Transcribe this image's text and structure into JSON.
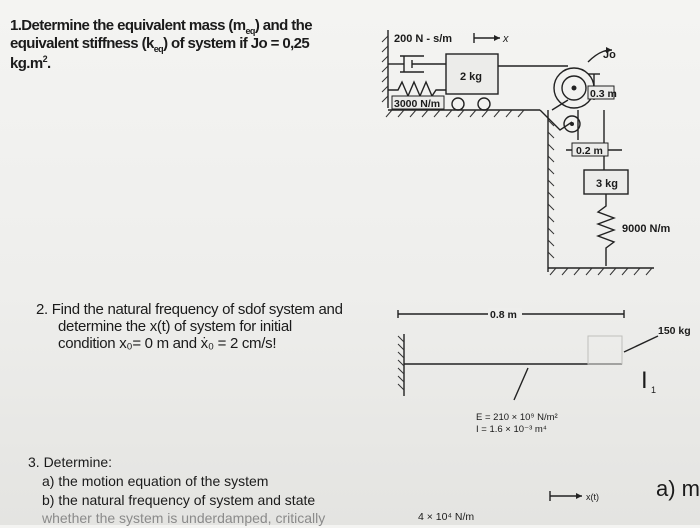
{
  "q1": {
    "line1": "1.Determine the equivalent mass (m",
    "sub_meq": "eq",
    "line1b": ") and the",
    "line2a": "equivalent stiffness (k",
    "sub_keq": "eq",
    "line2b": ") of system if Jo = 0,25",
    "line3": "kg.m",
    "sup": "2",
    "line3b": "."
  },
  "fig1": {
    "damper": "200 N - s/m",
    "x_label": "x",
    "mass1": "2 kg",
    "spring1": "3000 N/m",
    "jo": "Jo",
    "r1": "0.3 m",
    "r2": "0.2 m",
    "mass2": "3 kg",
    "spring2": "9000 N/m"
  },
  "q2": {
    "l1": "2. Find the natural frequency of sdof system and",
    "l2": "determine the x(t) of system for initial",
    "l3": "condition x₀= 0 m and ẋ₀ = 2 cm/s!"
  },
  "fig2": {
    "length": "0.8 m",
    "mass": "150 kg",
    "e": "E = 210 × 10⁹ N/m²",
    "i": "I = 1.6 × 10⁻³ m⁴",
    "tag": "I",
    "tag_sub": "1"
  },
  "q3": {
    "title": "3. Determine:",
    "a": "a) the motion equation of the system",
    "b": "b) the natural frequency of system and state",
    "c": "whether the system is underdamped, critically"
  },
  "fig3": {
    "spring": "4 × 10⁴ N/m",
    "x": "x(t)",
    "note": "a) m"
  }
}
